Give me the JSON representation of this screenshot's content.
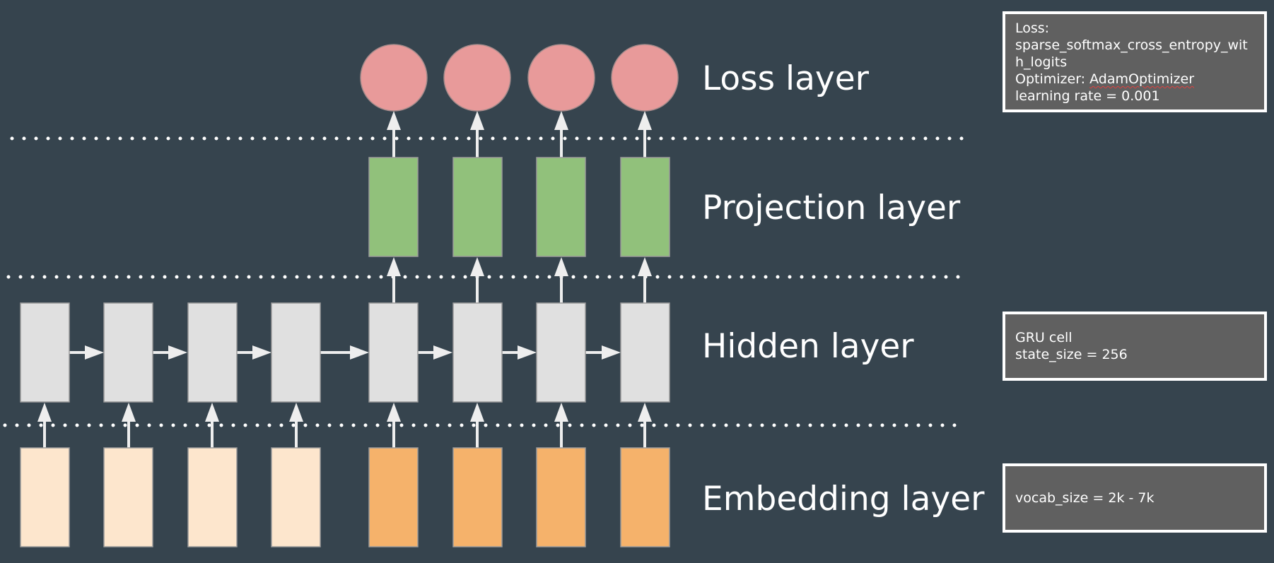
{
  "layers": {
    "loss": "Loss layer",
    "projection": "Projection layer",
    "hidden": "Hidden layer",
    "embedding": "Embedding layer"
  },
  "info": {
    "loss_box": {
      "loss_label": "Loss:",
      "loss_value": "sparse_softmax_cross_entropy_with_logits",
      "optimizer_label": "Optimizer: ",
      "optimizer_value": "AdamOptimizer",
      "learning_rate": "learning rate = 0.001"
    },
    "hidden_box": {
      "cell": "GRU cell",
      "state_size": "state_size = 256"
    },
    "embedding_box": {
      "vocab_size": "vocab_size = 2k - 7k"
    }
  },
  "colors": {
    "background": "#36444e",
    "loss_node": "#e89a9a",
    "projection_node": "#91c17b",
    "hidden_node": "#e0e0e0",
    "embedding_input": "#fde6cd",
    "embedding_output": "#f5b26b",
    "arrow": "#eeeeee",
    "separator": "#ffffff"
  }
}
